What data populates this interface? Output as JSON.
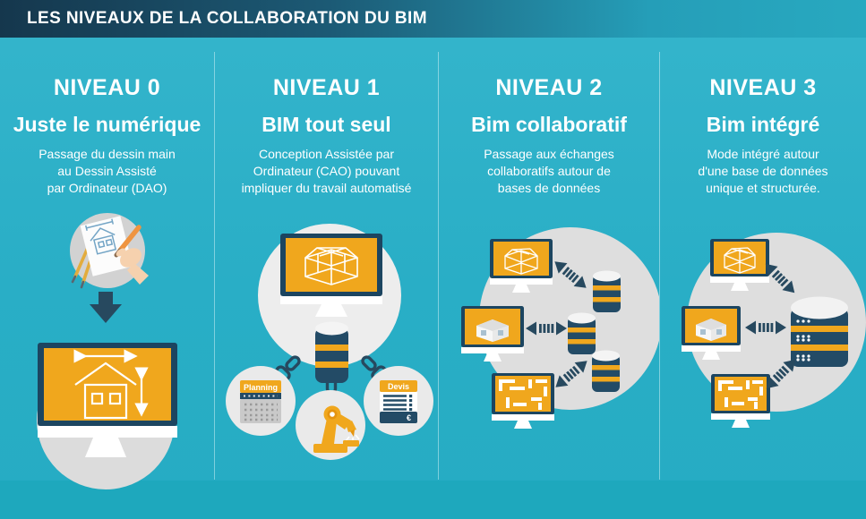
{
  "header": {
    "title": "LES NIVEAUX DE LA COLLABORATION DU BIM"
  },
  "columns": [
    {
      "level": "NIVEAU 0",
      "title": "Juste le numérique",
      "description": "Passage du dessin main\nau Dessin Assisté\npar Ordinateur (DAO)",
      "illustration": [
        "hand-sketch-icon",
        "down-arrow-icon",
        "monitor-house-icon"
      ]
    },
    {
      "level": "NIVEAU 1",
      "title": "BIM tout seul",
      "description": "Conception Assistée par\nOrdinateur (CAO) pouvant\nimpliquer du travail automatisé",
      "badges": {
        "planning": "Planning",
        "devis": "Devis",
        "devis_currency": "€"
      },
      "illustration": [
        "monitor-wireframe-icon",
        "database-icon",
        "chain-link-icon",
        "planning-calendar-icon",
        "robot-arm-icon",
        "devis-document-icon"
      ]
    },
    {
      "level": "NIVEAU 2",
      "title": "Bim collaboratif",
      "description": "Passage aux échanges\ncollaboratifs autour de\nbases de données",
      "illustration": [
        "monitor-wireframe-icon",
        "monitor-3d-house-icon",
        "monitor-floorplan-icon",
        "exchange-arrow-icon",
        "database-icon"
      ]
    },
    {
      "level": "NIVEAU 3",
      "title": "Bim intégré",
      "description": "Mode intégré autour\nd'une base de données\nunique et structurée.",
      "illustration": [
        "monitor-wireframe-icon",
        "monitor-3d-house-icon",
        "monitor-floorplan-icon",
        "exchange-arrow-icon",
        "server-database-icon"
      ]
    }
  ],
  "colors": {
    "background": "#29aec6",
    "footer_band": "#1ea8bd",
    "header_left": "#15374d",
    "header_right": "#28a9c0",
    "accent_orange": "#f0a71d",
    "navy": "#234b66",
    "circle_gray": "#dcdcdc",
    "text": "#ffffff"
  }
}
